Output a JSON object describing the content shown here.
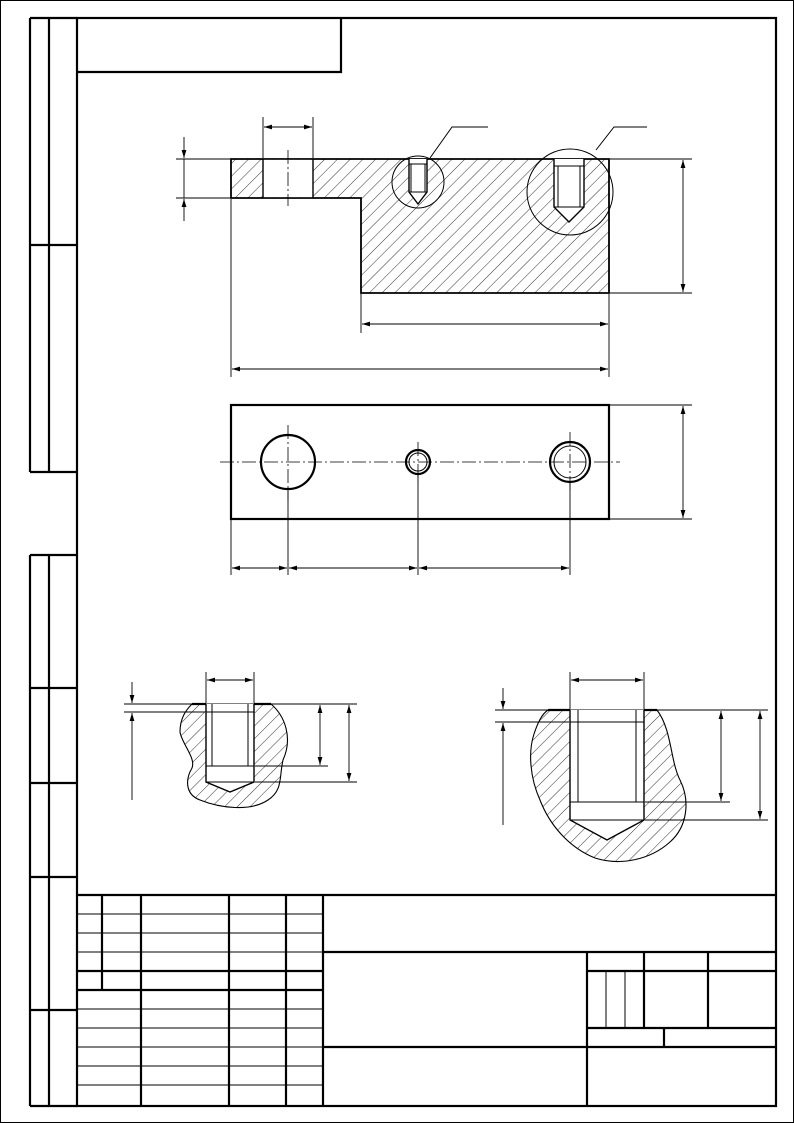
{
  "drawing": {
    "title": "",
    "views": [
      "front-section",
      "top-view",
      "detail-small-hole",
      "detail-large-hole"
    ]
  }
}
